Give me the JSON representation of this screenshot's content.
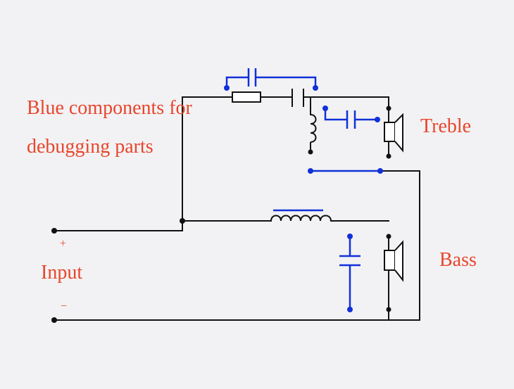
{
  "labels": {
    "note_line1": "Blue components for",
    "note_line2": "debugging parts",
    "treble": "Treble",
    "bass": "Bass",
    "input": "Input",
    "plus": "+",
    "minus": "−"
  },
  "colors": {
    "background": "#f2f2f4",
    "wire": "#111111",
    "debug_components": "#1030d8",
    "label_text": "#e8452b"
  }
}
